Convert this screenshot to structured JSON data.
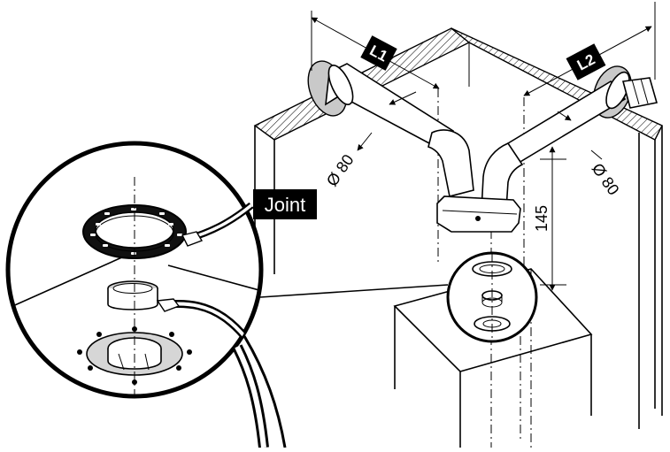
{
  "labels": {
    "l1": "L1",
    "l2": "L2",
    "diameter_left": "Ø 80",
    "diameter_right": "Ø 80",
    "height": "145",
    "joint": "Joint"
  },
  "colors": {
    "line": "#000000",
    "background": "#ffffff",
    "flange_grey": "#c9c9c9"
  }
}
